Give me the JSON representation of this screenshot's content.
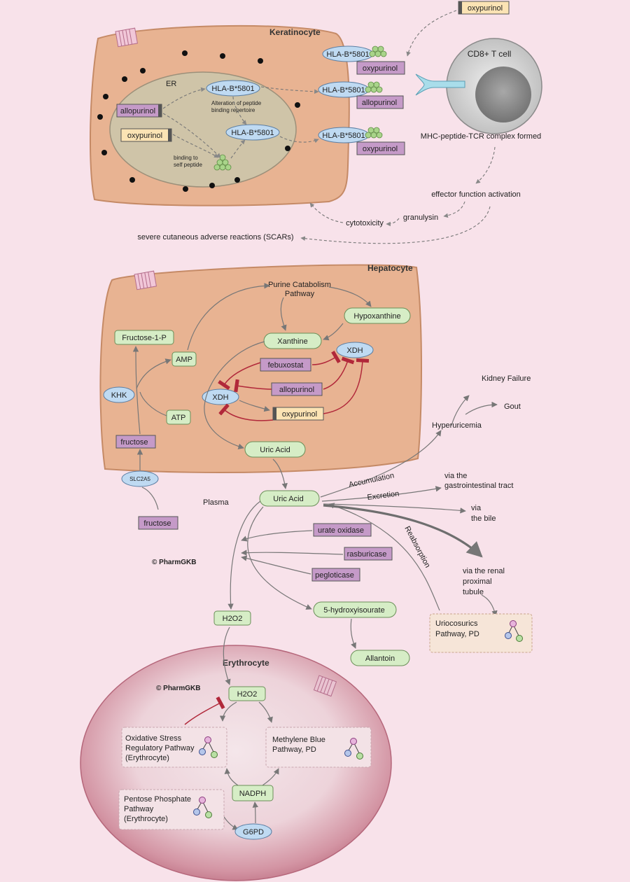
{
  "keratinocyte": {
    "title": "Keratinocyte",
    "er_label": "ER",
    "hla_label": "HLA-B*5801",
    "allopurinol": "allopurinol",
    "oxypurinol": "oxypurinol",
    "alteration_line1": "Alteration of peptide",
    "alteration_line2": "binding repertoire",
    "binding_line1": "binding to",
    "binding_line2": "self peptide"
  },
  "tcell": {
    "title": "CD8+ T cell",
    "complex": "MHC-peptide-TCR complex formed",
    "effector": "effector function activation",
    "granulysin": "granulysin",
    "cytotoxicity": "cytotoxicity",
    "scars": "severe cutaneous adverse reactions (SCARs)",
    "oxypurinol": "oxypurinol"
  },
  "hepatocyte": {
    "title": "Hepatocyte",
    "purine_line1": "Purine Catabolism",
    "purine_line2": "Pathway",
    "hypoxanthine": "Hypoxanthine",
    "xanthine": "Xanthine",
    "xdh": "XDH",
    "febuxostat": "febuxostat",
    "allopurinol": "allopurinol",
    "oxypurinol": "oxypurinol",
    "uric_acid": "Uric Acid",
    "fructose_1p": "Fructose-1-P",
    "amp": "AMP",
    "khk": "KHK",
    "atp": "ATP",
    "fructose": "fructose",
    "slc2a5": "SLC2A5"
  },
  "plasma": {
    "label": "Plasma",
    "uric_acid": "Uric Acid",
    "fructose": "fructose",
    "urate_oxidase": "urate oxidase",
    "rasburicase": "rasburicase",
    "pegloticase": "pegloticase",
    "h2o2": "H2O2",
    "hydroxyisourate": "5-hydroxyisourate",
    "allantoin": "Allantoin",
    "accumulation": "Accumulation",
    "excretion": "Excretion",
    "reabsorption": "Reabsorption",
    "hyperuricemia": "Hyperuricemia",
    "kidney_failure": "Kidney Failure",
    "gout": "Gout",
    "gi_line1": "via the",
    "gi_line2": "gastrointestinal tract",
    "bile_line1": "via",
    "bile_line2": "the bile",
    "renal_line1": "via the renal",
    "renal_line2": "proximal",
    "renal_line3": "tubule",
    "uricosurics_line1": "Uriocosurics",
    "uricosurics_line2": "Pathway, PD",
    "watermark": "© PharmGKB"
  },
  "erythrocyte": {
    "title": "Erythrocyte",
    "h2o2": "H2O2",
    "oxidative_line1": "Oxidative Stress",
    "oxidative_line2": "Regulatory Pathway",
    "oxidative_line3": "(Erythrocyte)",
    "methylene_line1": "Methylene Blue",
    "methylene_line2": "Pathway, PD",
    "nadph": "NADPH",
    "pentose_line1": "Pentose Phosphate",
    "pentose_line2": "Pathway",
    "pentose_line3": "(Erythrocyte)",
    "g6pd": "G6PD",
    "watermark": "© PharmGKB"
  },
  "colors": {
    "cell_fill": "#e8b392",
    "cell_stroke": "#c58a66",
    "er_fill": "#cfc4a8",
    "drug_fill": "#c59ac8",
    "oxy_fill": "#fbe3b4",
    "gene_fill": "#bfdaf2",
    "metabolite_fill": "#d6edc6",
    "inhibit": "#b1283a",
    "erythrocyte_fill": "#c07686",
    "background": "#f8e2ea"
  }
}
